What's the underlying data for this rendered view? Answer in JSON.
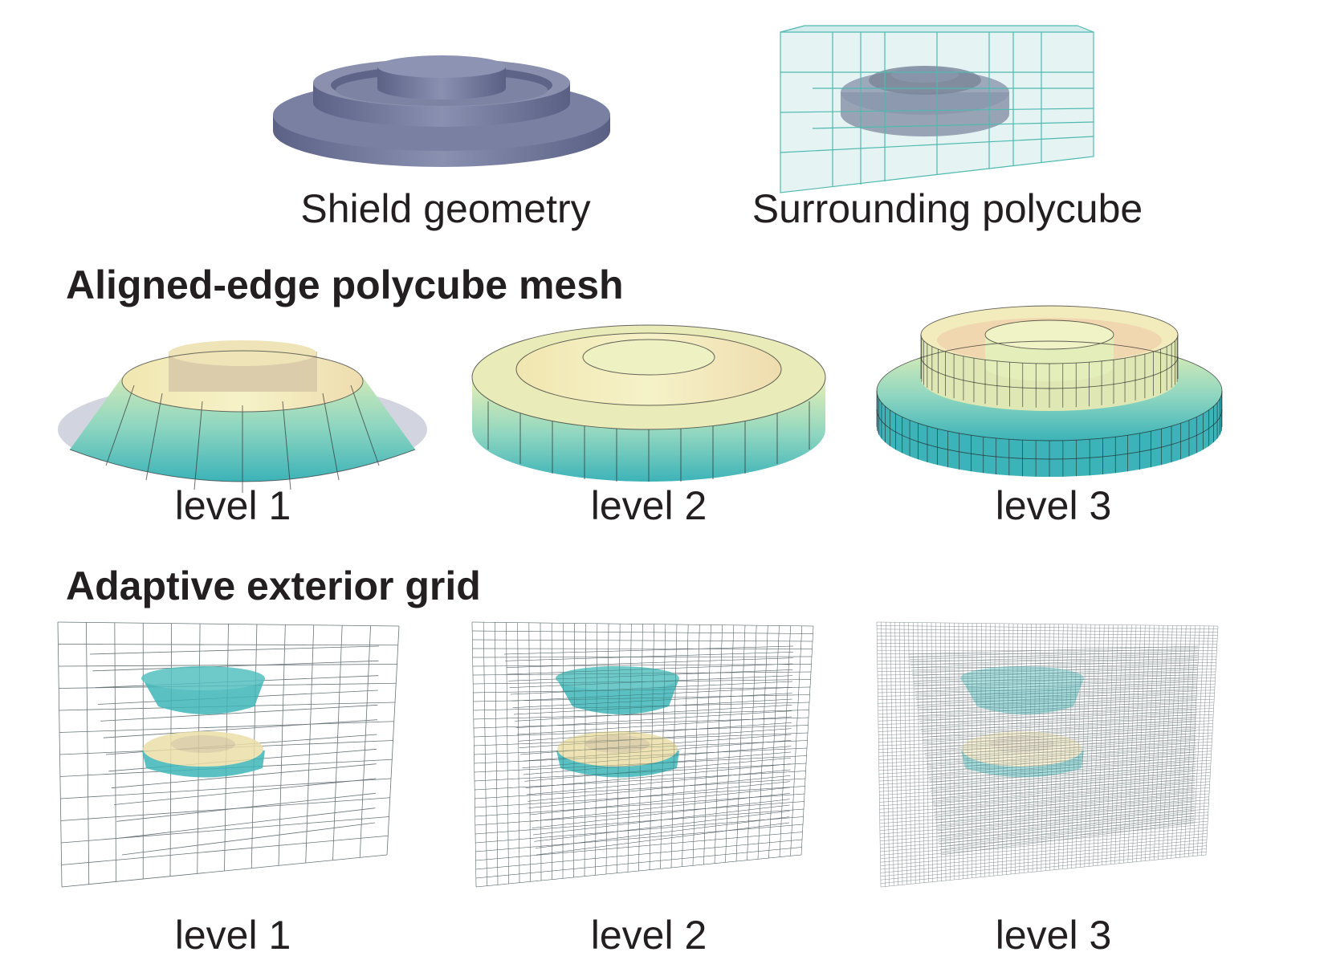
{
  "top": {
    "shield_label": "Shield geometry",
    "polycube_label": "Surrounding polycube"
  },
  "aligned": {
    "heading": "Aligned-edge polycube mesh",
    "levels": [
      "level 1",
      "level 2",
      "level 3"
    ]
  },
  "adaptive": {
    "heading": "Adaptive exterior grid",
    "levels": [
      "level 1",
      "level 2",
      "level 3"
    ]
  },
  "colors": {
    "shield": "#7a80a0",
    "polycube_fill": "#cfe9ea",
    "polycube_edge": "#4fb9b0",
    "mesh_teal": "#3fb6b8",
    "mesh_yellow": "#f3efb8",
    "grid_line": "#2a3a3c"
  }
}
